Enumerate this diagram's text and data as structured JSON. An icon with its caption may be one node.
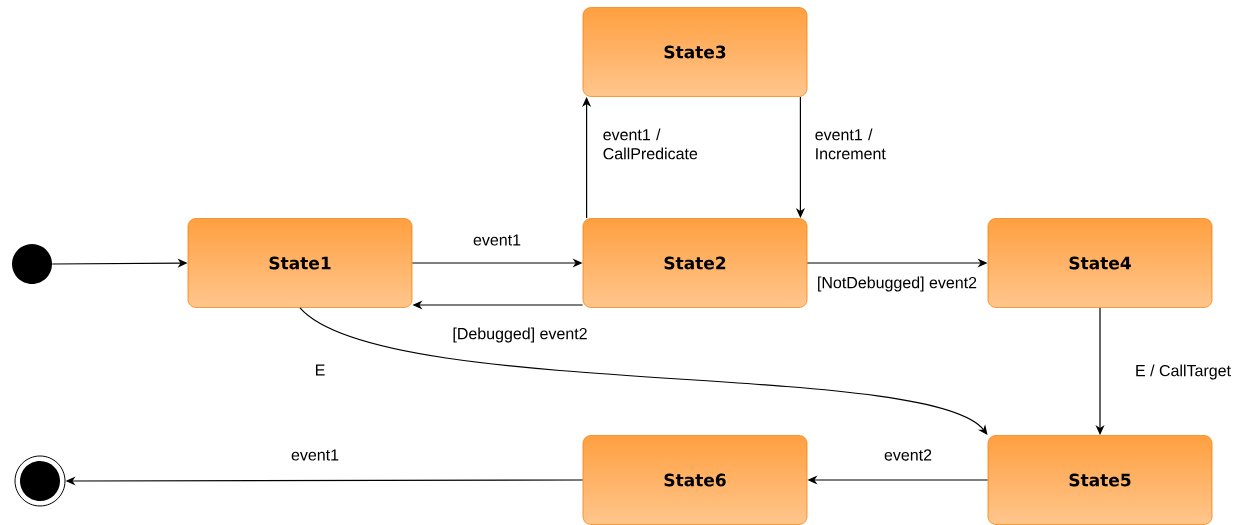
{
  "diagram": {
    "nodes": [
      {
        "text": [],
        "shape": "circle"
      },
      {
        "text": [
          "State1"
        ]
      },
      {
        "text": [
          "State2"
        ]
      },
      {
        "text": [
          "State3"
        ]
      },
      {
        "text": [
          "State4"
        ]
      },
      {
        "text": [
          "State5"
        ]
      },
      {
        "text": [
          "State6"
        ]
      },
      {
        "text": [],
        "shape": "circle"
      }
    ],
    "edges": [
      {
        "from": 0,
        "to": 1,
        "arrow": "to"
      },
      {
        "from": 1,
        "to": 2,
        "arrow": "to",
        "label": "event1"
      },
      {
        "from": 2,
        "to": 1,
        "arrow": "to",
        "label": "[Debugged] event2"
      },
      {
        "from": 2,
        "to": 3,
        "arrow": "to",
        "label": "event1 / CallPredicate"
      },
      {
        "from": 3,
        "to": 2,
        "arrow": "to",
        "label": "event1 / Increment"
      },
      {
        "from": 2,
        "to": 4,
        "arrow": "to",
        "label": "[NotDebugged] event2"
      },
      {
        "from": 1,
        "to": 5,
        "arrow": "to",
        "label": "E"
      },
      {
        "from": 4,
        "to": 5,
        "arrow": "to",
        "label": "E / CallTarget"
      },
      {
        "from": 5,
        "to": 6,
        "arrow": "to",
        "label": "event2"
      },
      {
        "from": 6,
        "to": 7,
        "arrow": "to",
        "label": "event1"
      }
    ]
  }
}
